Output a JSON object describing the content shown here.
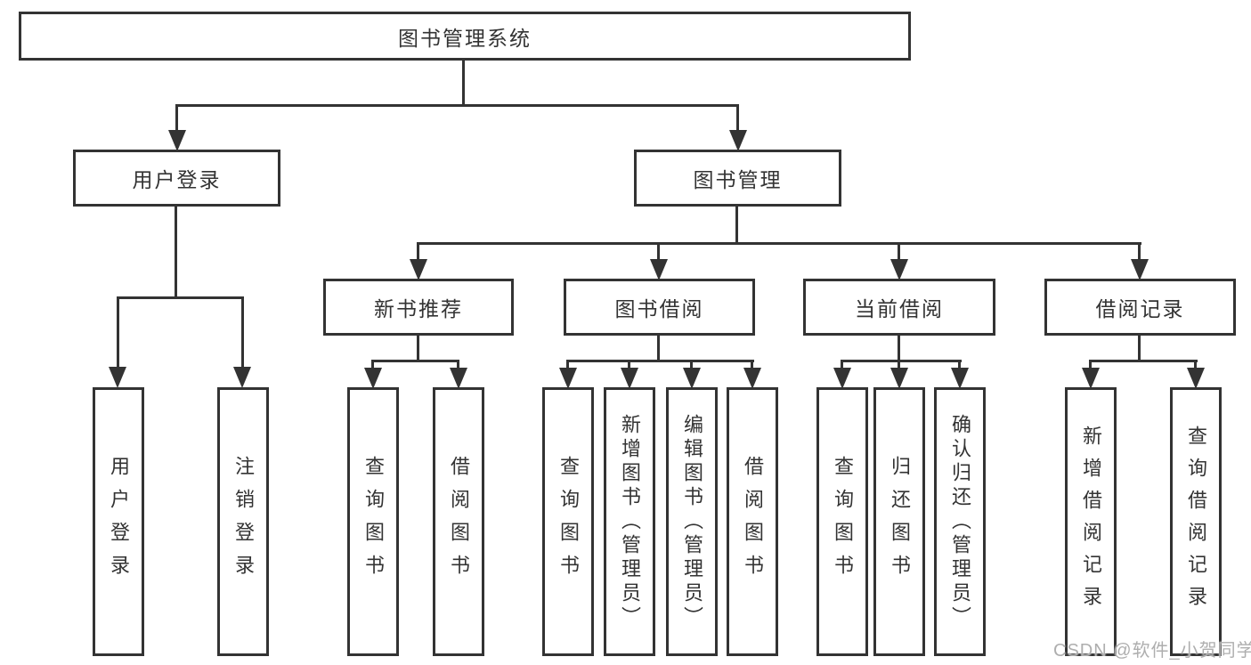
{
  "diagram_title": "图书管理系统",
  "tree": {
    "label": "图书管理系统",
    "children": [
      {
        "label": "用户登录",
        "children": [
          {
            "label": "用户登录"
          },
          {
            "label": "注销登录"
          }
        ]
      },
      {
        "label": "图书管理",
        "children": [
          {
            "label": "新书推荐",
            "children": [
              {
                "label": "查询图书"
              },
              {
                "label": "借阅图书"
              }
            ]
          },
          {
            "label": "图书借阅",
            "children": [
              {
                "label": "查询图书"
              },
              {
                "label": "新增图书（管理员）"
              },
              {
                "label": "编辑图书（管理员）"
              },
              {
                "label": "借阅图书"
              }
            ]
          },
          {
            "label": "当前借阅",
            "children": [
              {
                "label": "查询图书"
              },
              {
                "label": "归还图书"
              },
              {
                "label": "确认归还（管理员）"
              }
            ]
          },
          {
            "label": "借阅记录",
            "children": [
              {
                "label": "新增借阅记录"
              },
              {
                "label": "查询借阅记录"
              }
            ]
          }
        ]
      }
    ]
  },
  "watermark": {
    "text": "CSDN @软件_小贺同学"
  },
  "colors": {
    "line": "#333333",
    "text": "#333333",
    "background": "#ffffff",
    "watermark": "#aeaeae"
  }
}
